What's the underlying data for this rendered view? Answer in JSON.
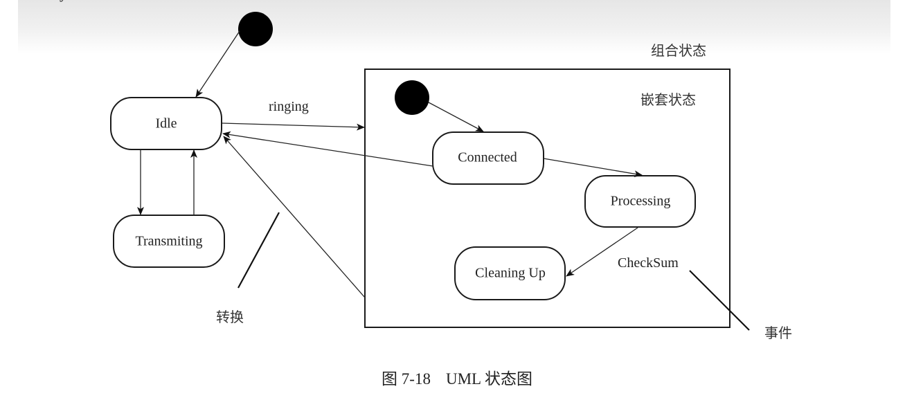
{
  "figure": {
    "cut_glyph": "y",
    "caption": {
      "prefix": "图 7-18",
      "title": "UML 状态图"
    }
  },
  "diagram": {
    "type": "uml-state-diagram",
    "states": [
      {
        "id": "idle",
        "label": "Idle"
      },
      {
        "id": "transmiting",
        "label": "Transmiting"
      },
      {
        "id": "connected",
        "label": "Connected"
      },
      {
        "id": "processing",
        "label": "Processing"
      },
      {
        "id": "cleaning_up",
        "label": "Cleaning Up"
      }
    ],
    "initial_states": [
      {
        "id": "outer_initial",
        "target": "idle"
      },
      {
        "id": "inner_initial",
        "target": "connected"
      }
    ],
    "composite_state": {
      "id": "composite",
      "children": [
        "inner_initial",
        "connected",
        "processing",
        "cleaning_up"
      ]
    },
    "transitions": [
      {
        "from": "outer_initial",
        "to": "idle",
        "label": ""
      },
      {
        "from": "idle",
        "to": "transmiting",
        "label": ""
      },
      {
        "from": "transmiting",
        "to": "idle",
        "label": ""
      },
      {
        "from": "idle",
        "to": "composite",
        "label": "ringing"
      },
      {
        "from": "connected",
        "to": "idle",
        "label": ""
      },
      {
        "from": "composite",
        "to": "idle",
        "label": ""
      },
      {
        "from": "inner_initial",
        "to": "connected",
        "label": ""
      },
      {
        "from": "connected",
        "to": "processing",
        "label": ""
      },
      {
        "from": "processing",
        "to": "cleaning_up",
        "label": "CheckSum"
      }
    ],
    "labels": {
      "ringing": "ringing",
      "checksum": "CheckSum"
    },
    "annotations": {
      "composite_state": "组合状态",
      "nested_state": "嵌套状态",
      "transition": "转换",
      "event": "事件"
    }
  }
}
